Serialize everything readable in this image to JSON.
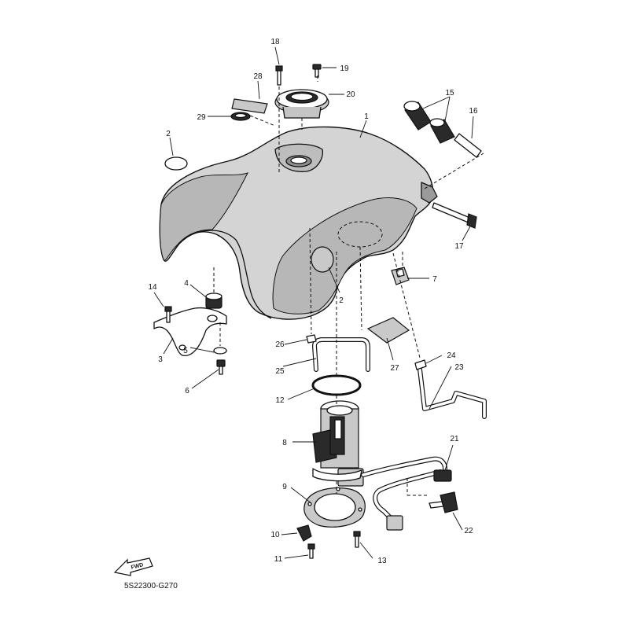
{
  "diagram": {
    "code": "5S22300-G270",
    "direction_label": "FWD",
    "callouts": [
      {
        "id": "c1",
        "label": "1"
      },
      {
        "id": "c2a",
        "label": "2"
      },
      {
        "id": "c2b",
        "label": "2"
      },
      {
        "id": "c3",
        "label": "3"
      },
      {
        "id": "c4",
        "label": "4"
      },
      {
        "id": "c5",
        "label": "5"
      },
      {
        "id": "c6",
        "label": "6"
      },
      {
        "id": "c7",
        "label": "7"
      },
      {
        "id": "c8",
        "label": "8"
      },
      {
        "id": "c9",
        "label": "9"
      },
      {
        "id": "c10",
        "label": "10"
      },
      {
        "id": "c11",
        "label": "11"
      },
      {
        "id": "c12",
        "label": "12"
      },
      {
        "id": "c13",
        "label": "13"
      },
      {
        "id": "c14",
        "label": "14"
      },
      {
        "id": "c15",
        "label": "15"
      },
      {
        "id": "c16",
        "label": "16"
      },
      {
        "id": "c17",
        "label": "17"
      },
      {
        "id": "c18",
        "label": "18"
      },
      {
        "id": "c19",
        "label": "19"
      },
      {
        "id": "c20",
        "label": "20"
      },
      {
        "id": "c21",
        "label": "21"
      },
      {
        "id": "c22",
        "label": "22"
      },
      {
        "id": "c23",
        "label": "23"
      },
      {
        "id": "c24",
        "label": "24"
      },
      {
        "id": "c25",
        "label": "25"
      },
      {
        "id": "c26",
        "label": "26"
      },
      {
        "id": "c27",
        "label": "27"
      },
      {
        "id": "c28",
        "label": "28"
      },
      {
        "id": "c29",
        "label": "29"
      }
    ]
  }
}
